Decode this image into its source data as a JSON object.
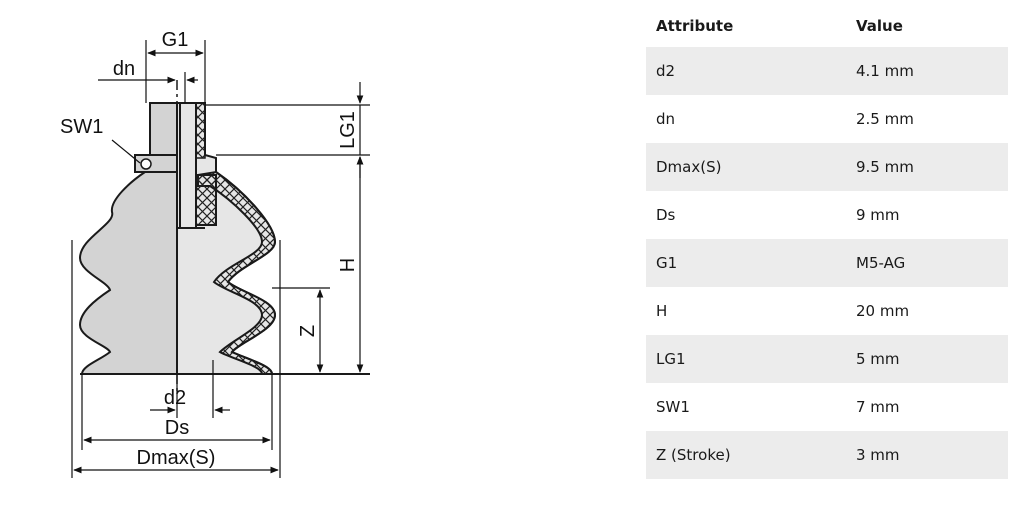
{
  "diagram": {
    "labels": {
      "g1": "G1",
      "dn": "dn",
      "sw1": "SW1",
      "lg1": "LG1",
      "h": "H",
      "z": "Z",
      "d2": "d2",
      "ds": "Ds",
      "dmax": "Dmax(S)"
    }
  },
  "table": {
    "headers": {
      "attribute": "Attribute",
      "value": "Value"
    },
    "rows": [
      {
        "attribute": "d2",
        "value": "4.1 mm"
      },
      {
        "attribute": "dn",
        "value": "2.5 mm"
      },
      {
        "attribute": "Dmax(S)",
        "value": "9.5 mm"
      },
      {
        "attribute": "Ds",
        "value": "9 mm"
      },
      {
        "attribute": "G1",
        "value": "M5-AG"
      },
      {
        "attribute": "H",
        "value": "20 mm"
      },
      {
        "attribute": "LG1",
        "value": "5 mm"
      },
      {
        "attribute": "SW1",
        "value": "7 mm"
      },
      {
        "attribute": "Z (Stroke)",
        "value": "3 mm"
      }
    ]
  },
  "colors": {
    "body_fill": "#d3d3d3",
    "section_fill": "#e6e6e6",
    "outline": "#1a1a1a",
    "row_shade": "#ececec"
  }
}
